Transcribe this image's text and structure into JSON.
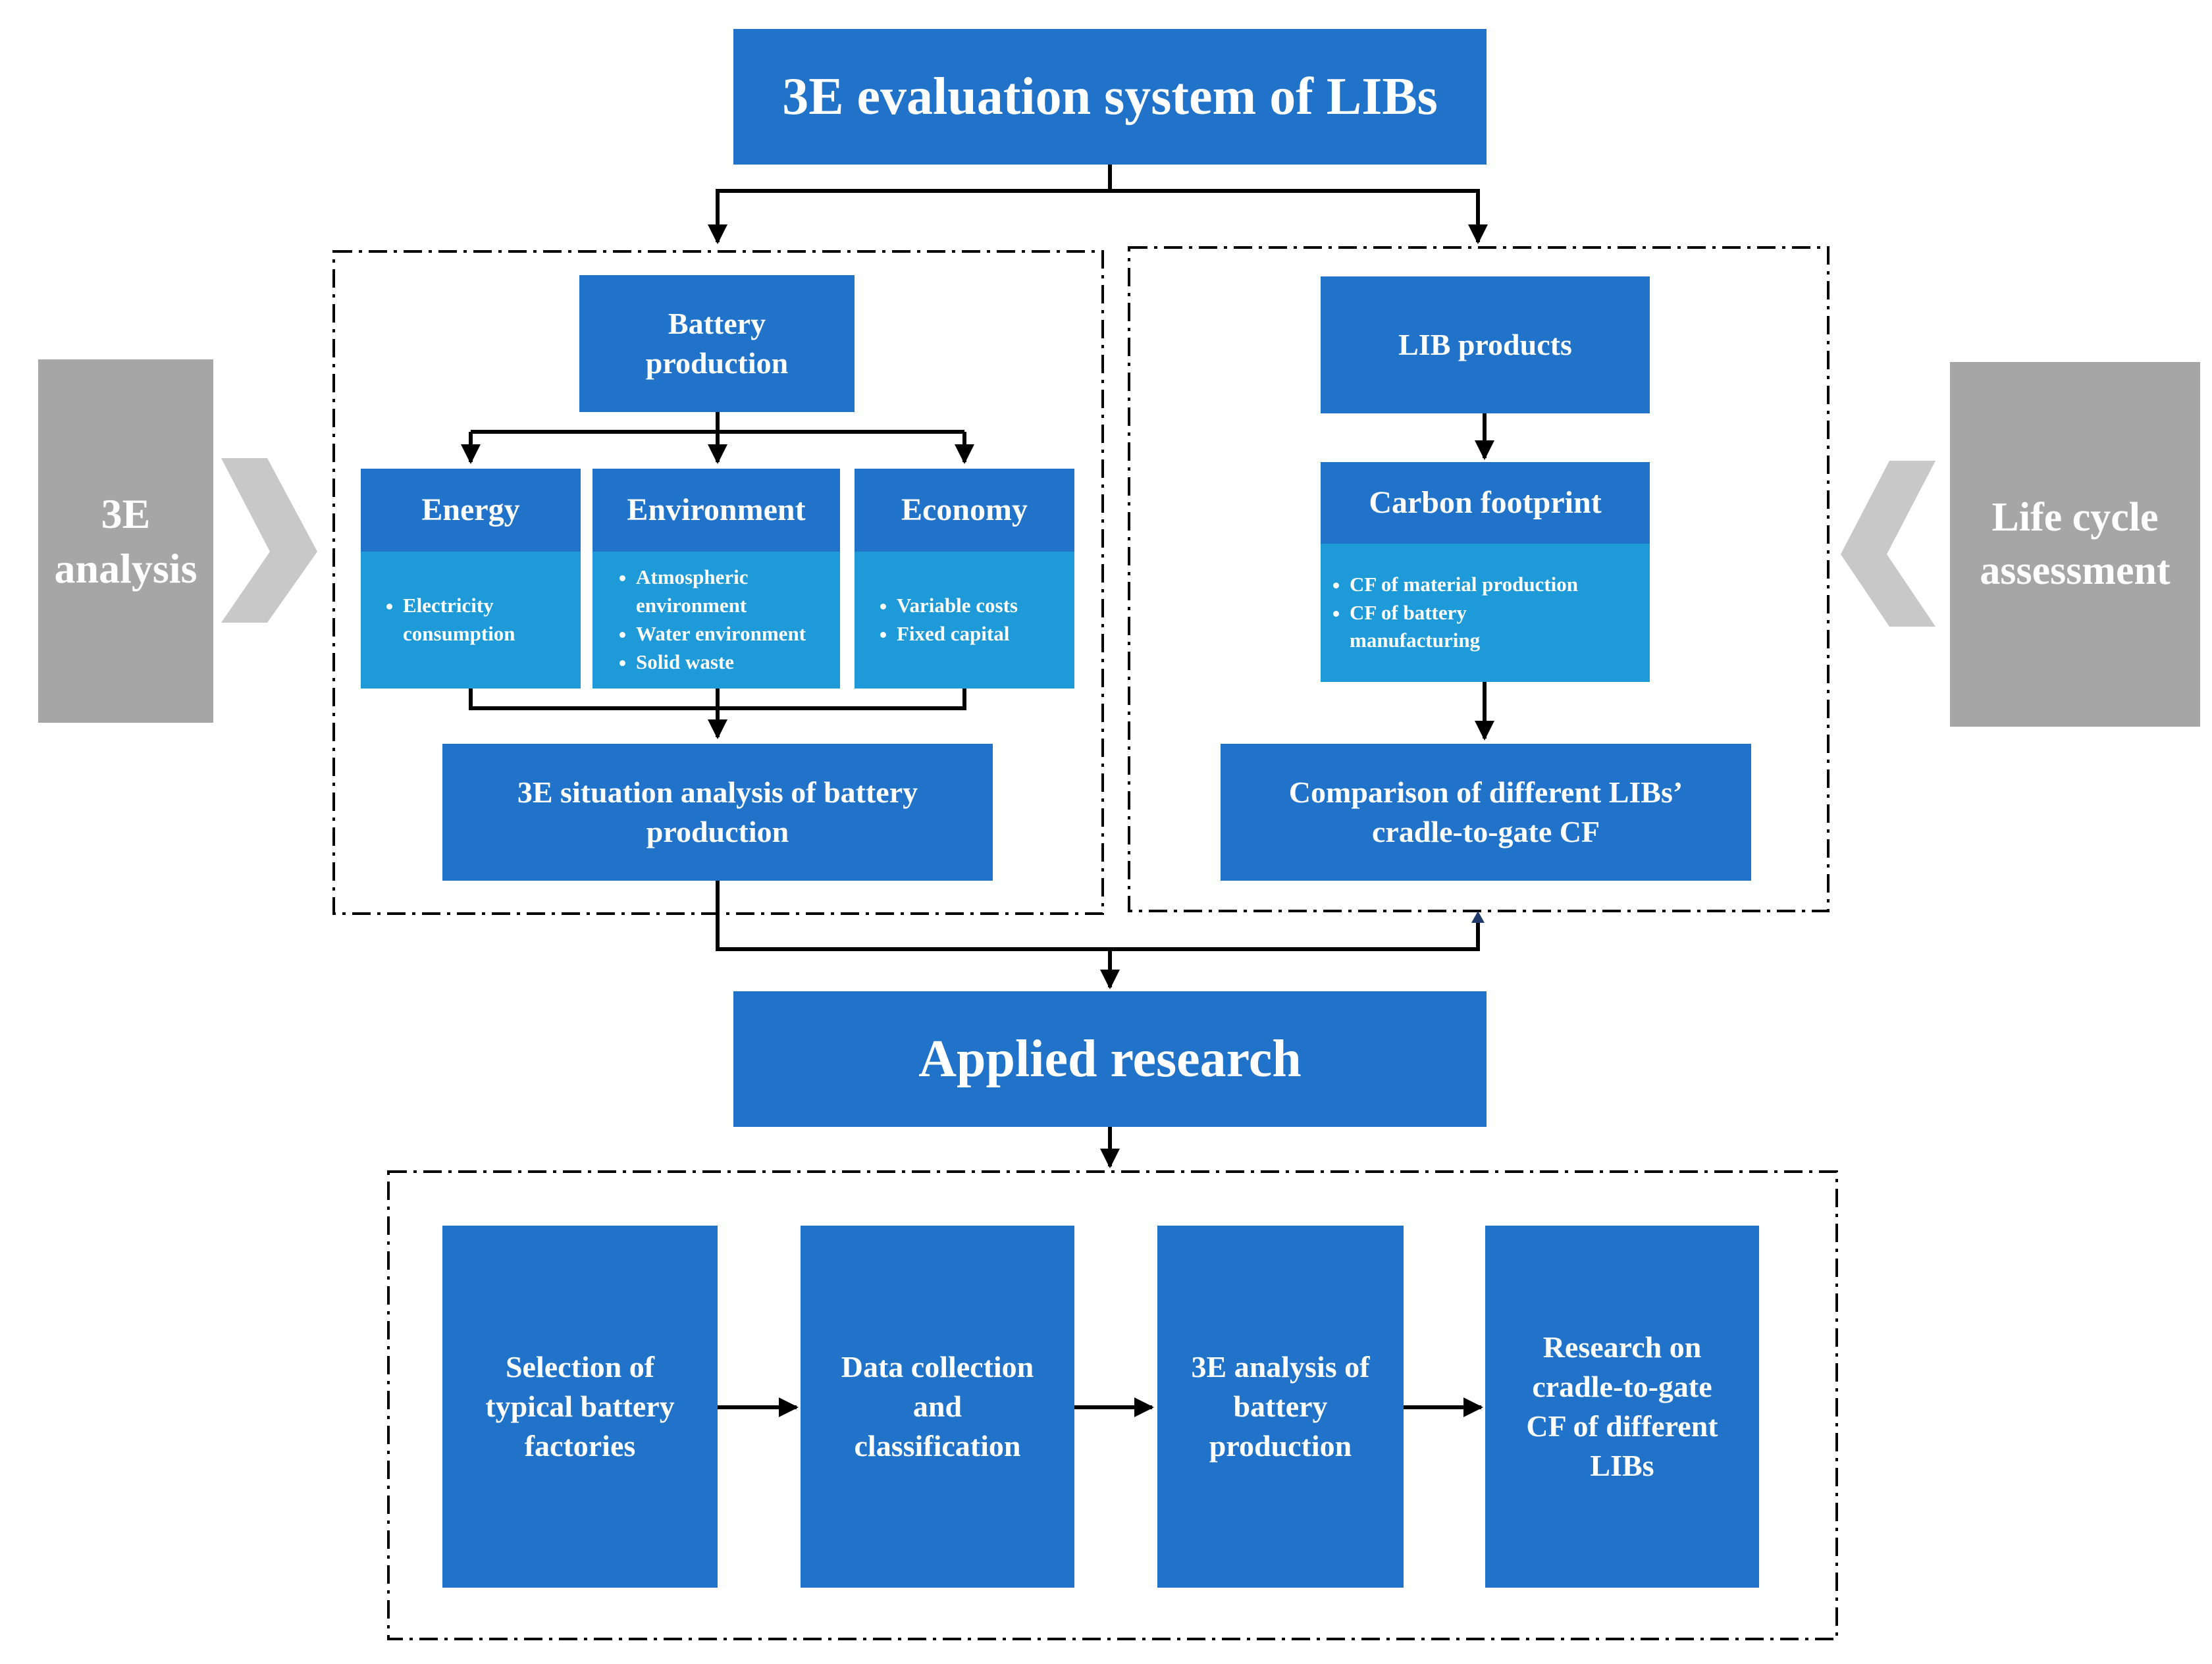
{
  "title": "3E evaluation system of LIBs",
  "left_side_label": "3E analysis",
  "right_side_label": "Life cycle assessment",
  "left_panel": {
    "top": "Battery production",
    "categories": [
      {
        "name": "Energy",
        "items": [
          "Electricity consumption"
        ]
      },
      {
        "name": "Environment",
        "items": [
          "Atmospheric environment",
          "Water environment",
          "Solid waste"
        ]
      },
      {
        "name": "Economy",
        "items": [
          "Variable costs",
          "Fixed capital"
        ]
      }
    ],
    "bottom": "3E situation analysis of battery production"
  },
  "right_panel": {
    "top": "LIB products",
    "middle": {
      "name": "Carbon footprint",
      "items": [
        "CF of material production",
        "CF of battery manufacturing"
      ]
    },
    "bottom": "Comparison of different LIBs’ cradle-to-gate CF"
  },
  "applied": "Applied research",
  "steps": [
    "Selection of typical battery factories",
    "Data collection and classification",
    "3E analysis of battery production",
    "Research on cradle-to-gate CF of different LIBs"
  ],
  "colors": {
    "box": "#2173c9",
    "subbox": "#1f9ad9",
    "side": "#a6a6a6",
    "chevron": "#c8c8c8"
  }
}
